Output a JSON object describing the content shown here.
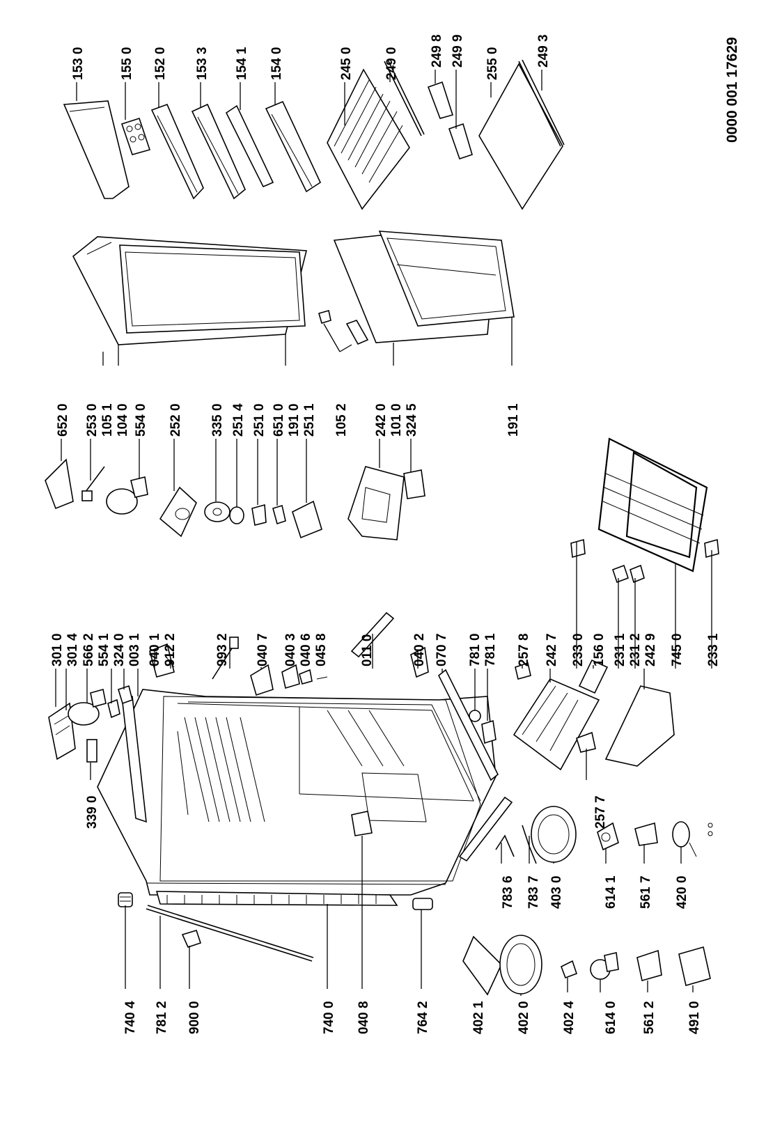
{
  "document_number": "0000 001 17629",
  "part_labels": [
    "153 0",
    "155 0",
    "152 0",
    "153 3",
    "154 1",
    "154 0",
    "245 0",
    "249 0",
    "249 8",
    "249 9",
    "255 0",
    "249 3",
    "652 0",
    "253 0",
    "105 1",
    "104 0",
    "554 0",
    "252 0",
    "335 0",
    "251 4",
    "251 0",
    "651 0",
    "191 0",
    "251 1",
    "105 2",
    "242 0",
    "101 0",
    "324 5",
    "191 1",
    "301 0",
    "301 4",
    "566 2",
    "554 1",
    "324 0",
    "003 1",
    "040 1",
    "912 2",
    "993 2",
    "040 7",
    "040 3",
    "040 6",
    "045 8",
    "011 0",
    "040 2",
    "070 7",
    "781 0",
    "781 1",
    "257 8",
    "242 7",
    "233 0",
    "156 0",
    "231 1",
    "231 2",
    "242 9",
    "745 0",
    "233 1",
    "339 0",
    "257 7",
    "783 6",
    "783 7",
    "403 0",
    "614 1",
    "561 7",
    "420 0",
    "740 4",
    "781 2",
    "900 0",
    "740 0",
    "040 8",
    "764 2",
    "402 1",
    "402 0",
    "402 4",
    "614 0",
    "561 2",
    "491 0"
  ]
}
